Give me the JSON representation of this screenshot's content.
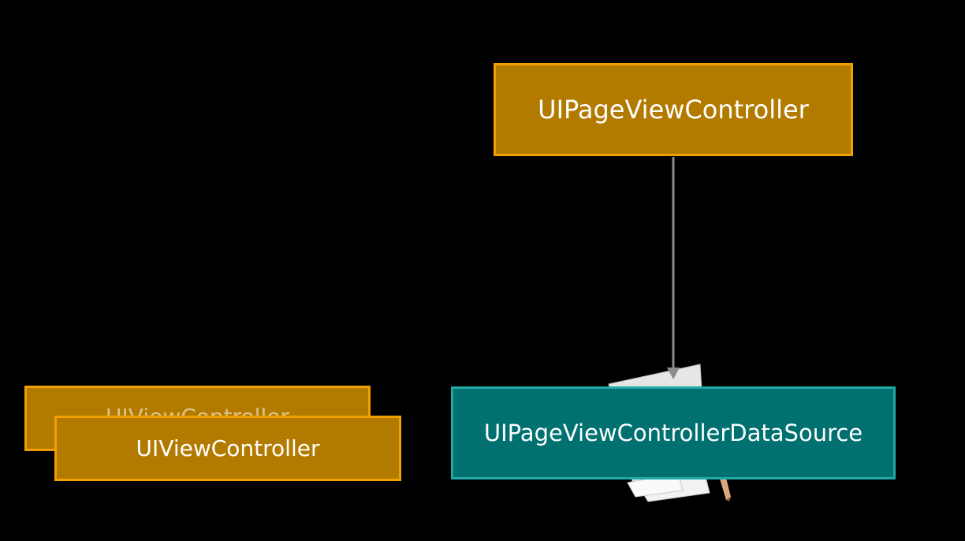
{
  "diagram": {
    "nodes": {
      "page_view_controller": {
        "label": "UIPageViewController"
      },
      "view_controller_back": {
        "label": "UIViewController"
      },
      "view_controller_front": {
        "label": "UIViewController"
      },
      "data_source": {
        "label": "UIPageViewControllerDataSource"
      }
    },
    "edges": [
      {
        "from": "page_view_controller",
        "to": "data_source",
        "style": "arrow"
      }
    ],
    "colors": {
      "background": "#000000",
      "controller_fill": "#b37a00",
      "controller_border": "#f0a000",
      "datasource_fill": "#007070",
      "datasource_border": "#1eaaa6",
      "connector": "#8c8c8c",
      "label_text": "#ffffff"
    }
  }
}
